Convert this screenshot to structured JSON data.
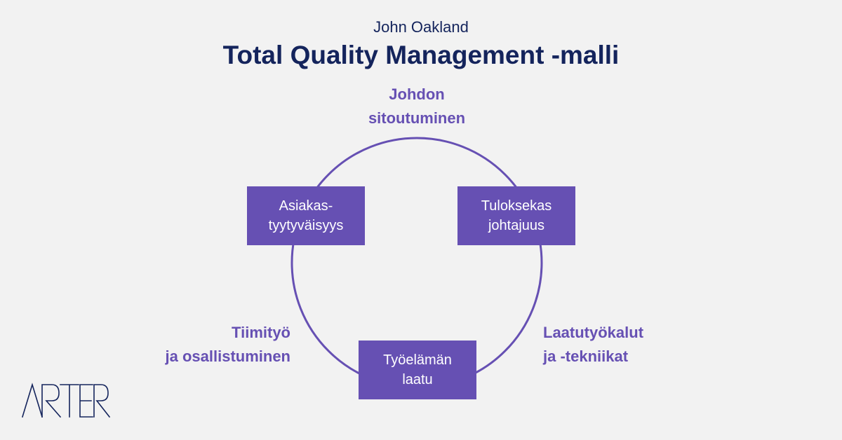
{
  "header": {
    "author": "John Oakland",
    "title": "Total Quality Management -malli"
  },
  "diagram": {
    "top_label": [
      "Johdon",
      "sitoutuminen"
    ],
    "left_label": [
      "Tiimityö",
      "ja osallistuminen"
    ],
    "right_label": [
      "Laatutyökalut",
      "ja -tekniikat"
    ],
    "box_top_left": [
      "Asiakas-",
      "tyytyväisyys"
    ],
    "box_top_right": [
      "Tuloksekas",
      "johtajuus"
    ],
    "box_bottom": [
      "Työelämän",
      "laatu"
    ]
  },
  "logo": {
    "text": "ARTER"
  },
  "colors": {
    "accent": "#6650b3",
    "title": "#14245c",
    "background": "#f2f2f2"
  }
}
